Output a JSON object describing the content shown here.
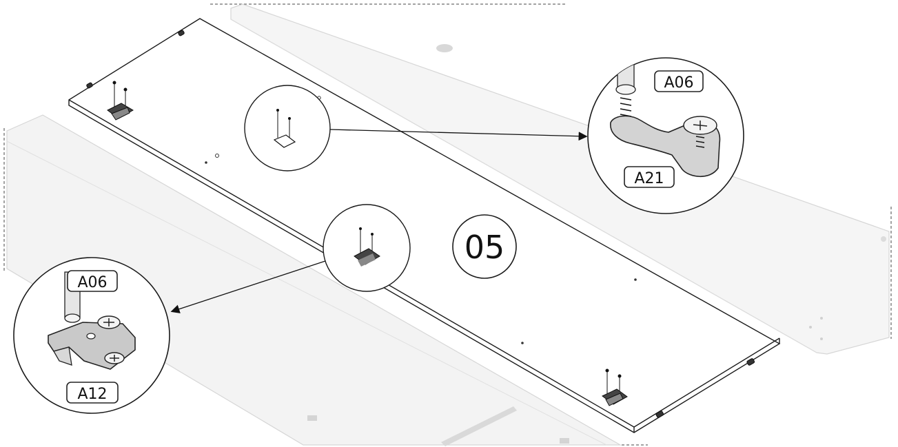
{
  "step_number": "05",
  "parts": {
    "screw": "A06",
    "cam_connector": "A21",
    "hinge_plate": "A12"
  },
  "detail_views": [
    {
      "name": "cam-connector-detail",
      "labels": [
        "A06",
        "A21"
      ]
    },
    {
      "name": "hinge-plate-detail",
      "labels": [
        "A06",
        "A12"
      ]
    }
  ],
  "colors": {
    "line": "#222222",
    "faded_panel": "#f2f2f2",
    "faded_line": "#cfcfcf"
  }
}
